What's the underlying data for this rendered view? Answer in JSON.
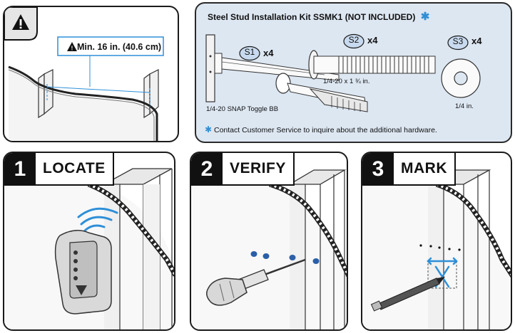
{
  "warning_panel": {
    "callout_text": "Min. 16 in. (40.6 cm)"
  },
  "kit_panel": {
    "title": "Steel Stud Installation Kit SSMK1 (NOT INCLUDED)",
    "items": [
      {
        "id": "S1",
        "qty": "x4",
        "desc": "1/4-20 SNAP Toggle BB"
      },
      {
        "id": "S2",
        "qty": "x4",
        "desc": "1/4-20 x 1 ¾ in."
      },
      {
        "id": "S3",
        "qty": "x4",
        "desc": "1/4 in."
      }
    ],
    "note": "Contact Customer Service to inquire about the additional hardware.",
    "accent_color": "#2e8fd8"
  },
  "steps": [
    {
      "number": "1",
      "title": "LOCATE"
    },
    {
      "number": "2",
      "title": "VERIFY"
    },
    {
      "number": "3",
      "title": "MARK"
    }
  ]
}
